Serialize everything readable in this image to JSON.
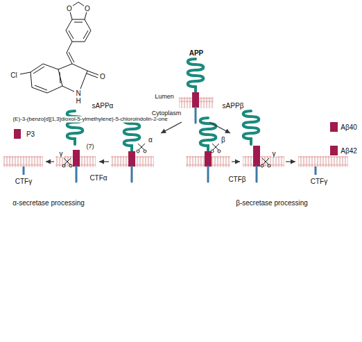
{
  "diagram": {
    "labels": [
      "O",
      "O",
      "Cl",
      "O",
      "N",
      "H",
      "(E)-3-(benzo[d][1,3]dioxol-5-ylmethylene)-5-chloroindolin-2-one",
      "(7)",
      "APP",
      "Lumen",
      "Cytoplasm",
      "sAPPα",
      "sAPPβ",
      "Aβ40",
      "Aβ42",
      "P3",
      "α",
      "γ",
      "β",
      "γ",
      "CTFα",
      "CTFγ",
      "CTFβ",
      "CTFγ",
      "α-secretase processing",
      "β-secretase processing"
    ]
  }
}
